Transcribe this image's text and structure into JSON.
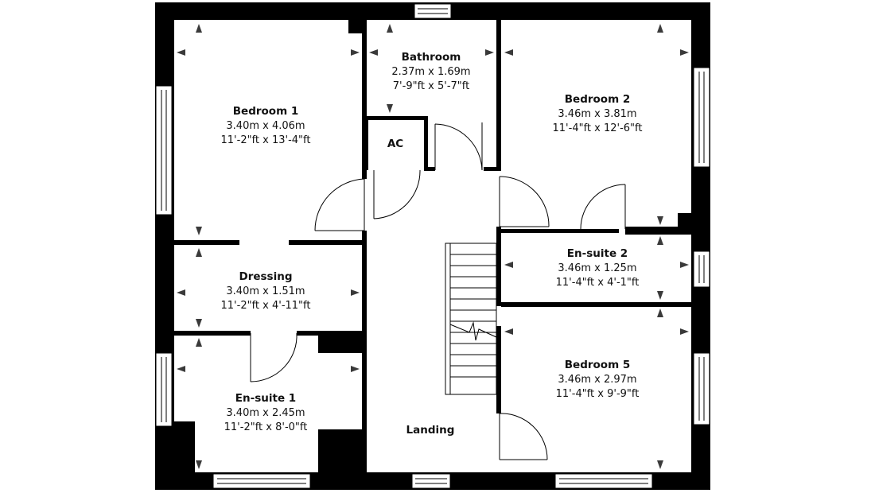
{
  "rooms": [
    {
      "id": "bedroom-1",
      "name": "Bedroom 1",
      "metric": "3.40m x 4.06m",
      "imperial": "11'-2\"ft x 13'-4\"ft"
    },
    {
      "id": "bathroom",
      "name": "Bathroom",
      "metric": "2.37m x 1.69m",
      "imperial": "7'-9\"ft x 5'-7\"ft"
    },
    {
      "id": "bedroom-2",
      "name": "Bedroom 2",
      "metric": "3.46m x 3.81m",
      "imperial": "11'-4\"ft x 12'-6\"ft"
    },
    {
      "id": "ac",
      "name": "AC"
    },
    {
      "id": "dressing",
      "name": "Dressing",
      "metric": "3.40m x 1.51m",
      "imperial": "11'-2\"ft x 4'-11\"ft"
    },
    {
      "id": "en-suite-2",
      "name": "En-suite 2",
      "metric": "3.46m x 1.25m",
      "imperial": "11'-4\"ft x 4'-1\"ft"
    },
    {
      "id": "bedroom-5",
      "name": "Bedroom 5",
      "metric": "3.46m x 2.97m",
      "imperial": "11'-4\"ft x 9'-9\"ft"
    },
    {
      "id": "en-suite-1",
      "name": "En-suite 1",
      "metric": "3.40m x 2.45m",
      "imperial": "11'-2\"ft x 8'-0\"ft"
    },
    {
      "id": "landing",
      "name": "Landing"
    }
  ]
}
